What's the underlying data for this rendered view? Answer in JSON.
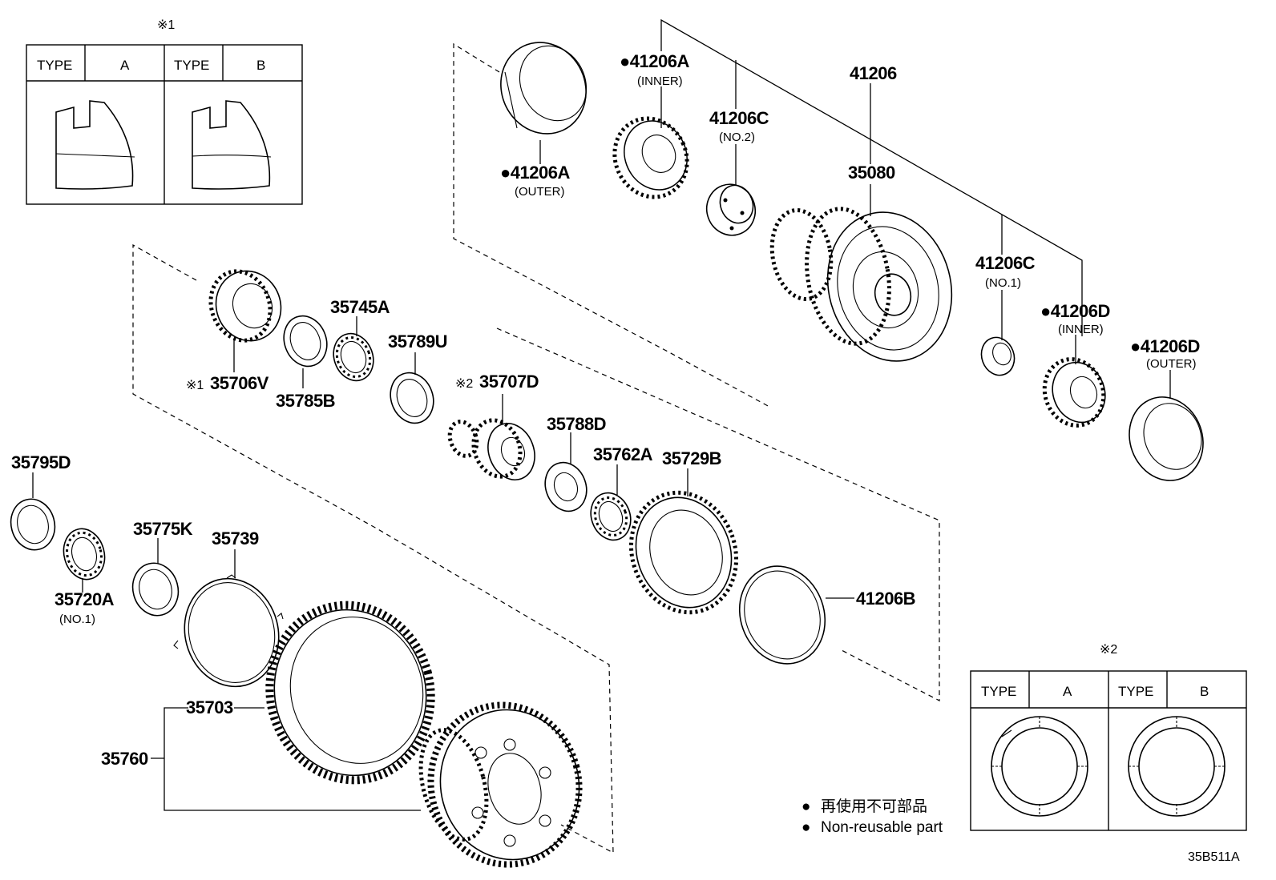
{
  "diagram_code": "35B511A",
  "legend": {
    "bullet": "●",
    "non_reusable_jp": "再使用不可部品",
    "non_reusable_en": "Non-reusable part"
  },
  "type_table_1": {
    "marker": "※1",
    "type_header_a": "TYPE",
    "type_value_a": "A",
    "type_header_b": "TYPE",
    "type_value_b": "B"
  },
  "type_table_2": {
    "marker": "※2",
    "type_header_a": "TYPE",
    "type_value_a": "A",
    "type_header_b": "TYPE",
    "type_value_b": "B"
  },
  "parts": {
    "p41206": {
      "number": "41206"
    },
    "p41206a_inner": {
      "number": "41206A",
      "note": "(INNER)",
      "non_reusable": true
    },
    "p41206a_outer": {
      "number": "41206A",
      "note": "(OUTER)",
      "non_reusable": true
    },
    "p41206c_no2": {
      "number": "41206C",
      "note": "(NO.2)"
    },
    "p35080": {
      "number": "35080"
    },
    "p41206c_no1": {
      "number": "41206C",
      "note": "(NO.1)"
    },
    "p41206d_inner": {
      "number": "41206D",
      "note": "(INNER)",
      "non_reusable": true
    },
    "p41206d_outer": {
      "number": "41206D",
      "note": "(OUTER)",
      "non_reusable": true
    },
    "p35706v": {
      "number": "35706V",
      "ref": "※1"
    },
    "p35785b": {
      "number": "35785B"
    },
    "p35745a": {
      "number": "35745A"
    },
    "p35789u": {
      "number": "35789U"
    },
    "p35707d": {
      "number": "35707D",
      "ref": "※2"
    },
    "p35788d": {
      "number": "35788D"
    },
    "p35762a": {
      "number": "35762A"
    },
    "p35729b": {
      "number": "35729B"
    },
    "p41206b": {
      "number": "41206B"
    },
    "p35795d": {
      "number": "35795D"
    },
    "p35720a": {
      "number": "35720A",
      "note": "(NO.1)"
    },
    "p35775k": {
      "number": "35775K"
    },
    "p35739": {
      "number": "35739"
    },
    "p35703": {
      "number": "35703"
    },
    "p35760": {
      "number": "35760"
    }
  }
}
